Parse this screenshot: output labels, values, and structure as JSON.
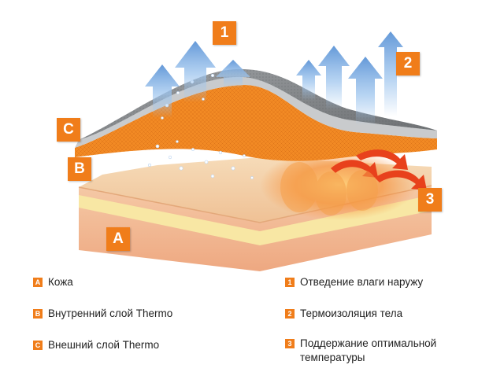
{
  "markers": {
    "one": "1",
    "two": "2",
    "three": "3",
    "a": "A",
    "b": "B",
    "c": "C"
  },
  "legend": {
    "left": [
      {
        "key": "A",
        "label": "Кожа"
      },
      {
        "key": "B",
        "label": "Внутренний слой Thermo"
      },
      {
        "key": "C",
        "label": "Внешний слой Thermo"
      }
    ],
    "right": [
      {
        "key": "1",
        "label": "Отведение влаги наружу"
      },
      {
        "key": "2",
        "label": "Термоизоляция тела"
      },
      {
        "key": "3",
        "label": "Поддержание оптимальной температуры"
      }
    ]
  },
  "colors": {
    "accent": "#f07d1a",
    "outer_layer": "#7a7d80",
    "inner_layer": "#f28a24",
    "skin_top": "#f3cfa6",
    "skin_fat": "#f7e7a8",
    "skin_bottom": "#f1b48e",
    "arrow_blue": "#9ec5ee",
    "arrow_heat": "#e8411c"
  }
}
